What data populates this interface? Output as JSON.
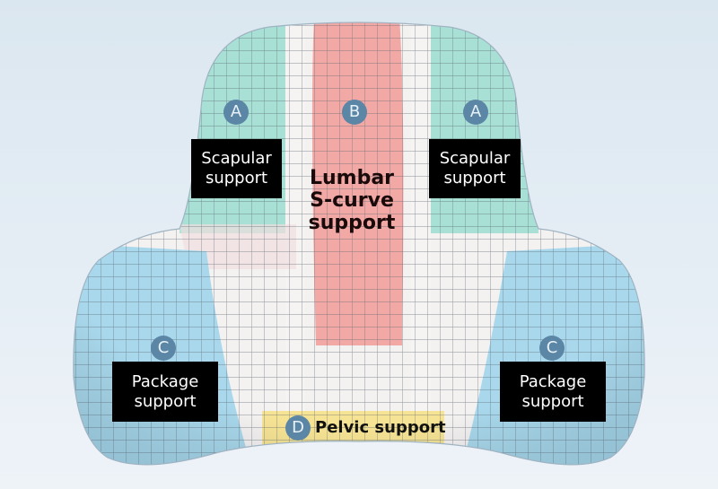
{
  "diagram": {
    "subject": "Lumbar support cushion zones",
    "colors": {
      "background": "#dde8f1",
      "zone_a_scapular": "#a8e0d6",
      "zone_b_lumbar": "#f2a9a6",
      "zone_c_package": "#a9d8ec",
      "zone_d_pelvic": "#f6e394",
      "cushion_base": "#f4f1f1",
      "badge": "#5b86a6",
      "label_bg": "#000000",
      "label_text": "#ffffff"
    },
    "zones": [
      {
        "badge": "A",
        "label_line1": "Scapular",
        "label_line2": "support"
      },
      {
        "badge": "B",
        "label_line1": "Lumbar",
        "label_line2": "S-curve",
        "label_line3": "support"
      },
      {
        "badge": "A",
        "label_line1": "Scapular",
        "label_line2": "support"
      },
      {
        "badge": "C",
        "label_line1": "Package",
        "label_line2": "support"
      },
      {
        "badge": "C",
        "label_line1": "Package",
        "label_line2": "support"
      },
      {
        "badge": "D",
        "label": "Pelvic support"
      }
    ]
  }
}
